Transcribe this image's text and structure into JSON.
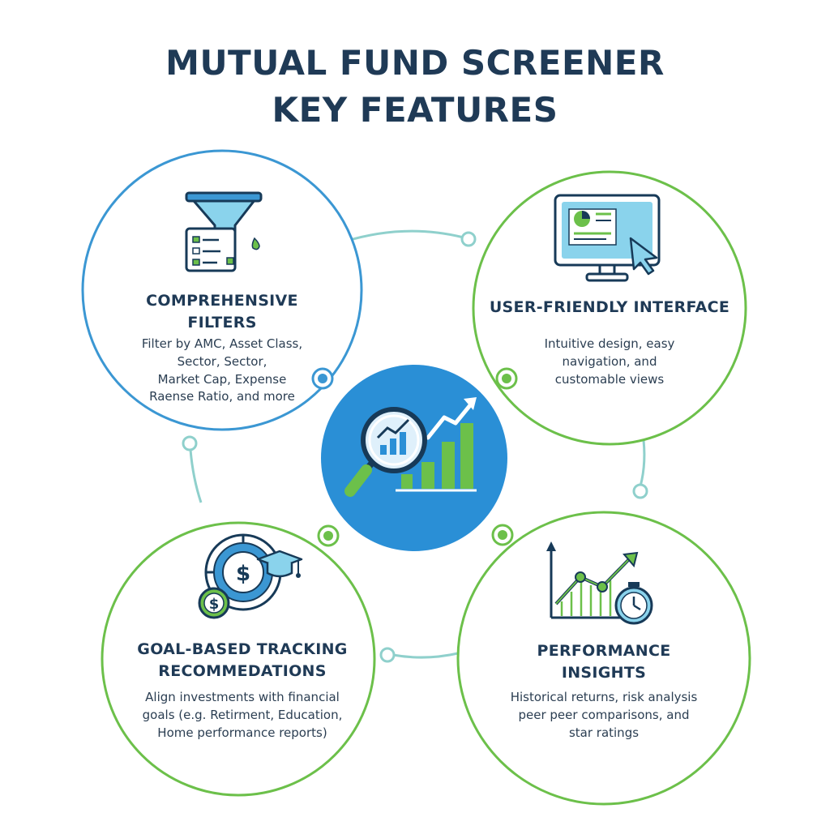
{
  "title": {
    "line1": "MUTUAL FUND SCREENER",
    "line2": "KEY FEATURES"
  },
  "colors": {
    "title": "#1f3a56",
    "blue": "#3b97d3",
    "green": "#6cc04a",
    "teal": "#8fd0cc",
    "center_fill": "#2a8fd6"
  },
  "features": [
    {
      "id": "comprehensive-filters",
      "heading_line1": "COMPREHENSIVE",
      "heading_line2": "FILTERS",
      "desc_lines": [
        "Filter by AMC, Asset Class,",
        "Sector, Sector,",
        "Market Cap, Expense",
        "Raense Ratio, and more"
      ],
      "icon": "funnel-filter-icon"
    },
    {
      "id": "user-friendly-interface",
      "heading_line1": "USER-FRIENDLY INTERFACE",
      "desc_lines": [
        "Intuitive design, easy",
        "navigation, and",
        "customable views"
      ],
      "icon": "monitor-dashboard-icon"
    },
    {
      "id": "goal-based-tracking",
      "heading_line1": "GOAL-BASED TRACKING",
      "heading_line2": "RECOMMEDATIONS",
      "desc_lines": [
        "Align investments with financial",
        "goals (e.g. Retirment, Education,",
        "Home performance reports)"
      ],
      "icon": "target-goal-icon"
    },
    {
      "id": "performance-insights",
      "heading_line1": "PERFORMANCE",
      "heading_line2": "INSIGHTS",
      "desc_lines": [
        "Historical returns, risk analysis",
        "peer peer comparisons, and",
        "star ratings"
      ],
      "icon": "line-chart-stopwatch-icon"
    }
  ],
  "center_icon": "magnifier-growth-chart-icon"
}
